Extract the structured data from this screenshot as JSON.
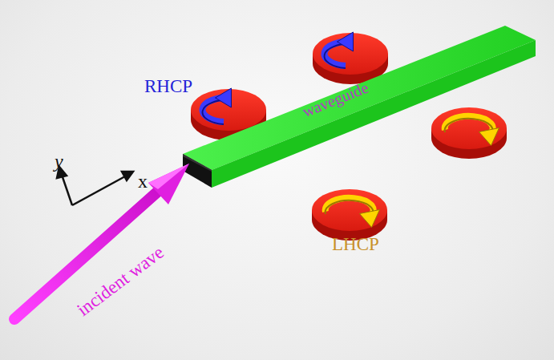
{
  "diagram": {
    "nodes": [
      {
        "text": [
          "waveguide"
        ]
      }
    ],
    "labels": [
      "RHCP",
      "LHCP",
      "incident wave",
      "y",
      "x"
    ]
  }
}
